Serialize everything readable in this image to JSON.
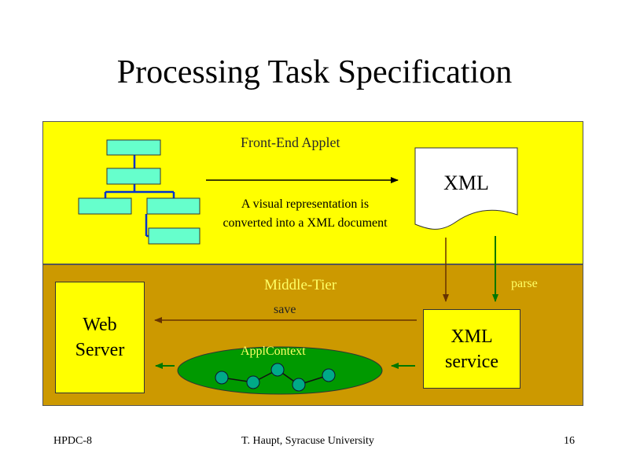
{
  "slide": {
    "title": "Processing Task Specification",
    "front_end_label": "Front-End Applet",
    "caption": "A visual representation is converted into a XML document",
    "xml_doc_label": "XML",
    "middle_tier_label": "Middle-Tier",
    "parse_label": "parse",
    "save_label": "save",
    "web_server_label": "Web Server",
    "xml_service_label": "XML service",
    "appl_context_label": "ApplContext"
  },
  "footer": {
    "left": "HPDC-8",
    "center": "T. Haupt, Syracuse University",
    "right": "16"
  },
  "colors": {
    "front_panel": "#ffff00",
    "middle_panel": "#cc9900",
    "tree_nodes": "#66ffcc",
    "tree_lines": "#0033cc",
    "context_ellipse": "#009900",
    "arrow_brown": "#663300",
    "arrow_green": "#007700"
  }
}
